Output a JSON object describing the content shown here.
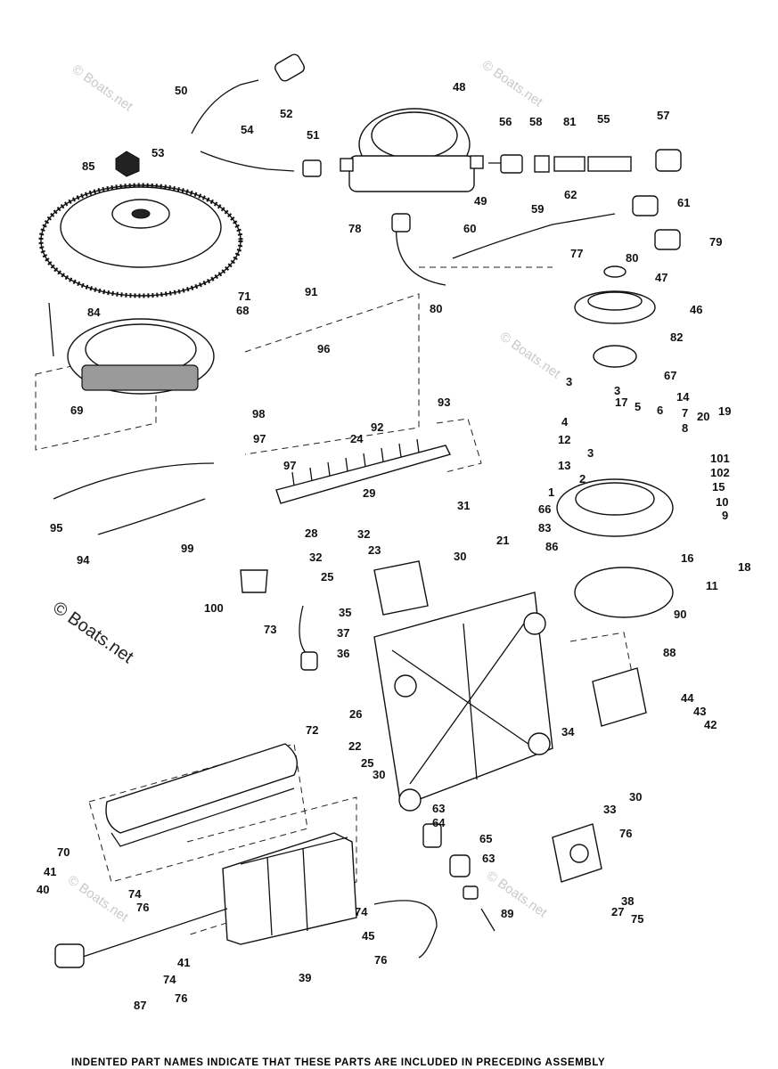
{
  "watermark": {
    "text": "© Boats.net",
    "large_text": "© Boats.net"
  },
  "footer": {
    "note": "INDENTED PART NAMES INDICATE THAT THESE PARTS ARE INCLUDED IN PRECEDING ASSEMBLY"
  },
  "callouts": [
    "1",
    "2",
    "3",
    "4",
    "5",
    "6",
    "7",
    "8",
    "9",
    "10",
    "11",
    "12",
    "13",
    "14",
    "15",
    "16",
    "17",
    "18",
    "19",
    "20",
    "21",
    "22",
    "23",
    "24",
    "25",
    "26",
    "27",
    "28",
    "29",
    "30",
    "31",
    "32",
    "33",
    "34",
    "35",
    "36",
    "37",
    "38",
    "39",
    "40",
    "41",
    "42",
    "43",
    "44",
    "45",
    "46",
    "47",
    "48",
    "49",
    "50",
    "51",
    "52",
    "53",
    "54",
    "55",
    "56",
    "57",
    "58",
    "59",
    "60",
    "61",
    "62",
    "63",
    "64",
    "65",
    "66",
    "67",
    "68",
    "69",
    "70",
    "71",
    "72",
    "73",
    "74",
    "75",
    "76",
    "77",
    "78",
    "79",
    "80",
    "81",
    "82",
    "83",
    "84",
    "85",
    "86",
    "87",
    "88",
    "89",
    "90",
    "91",
    "92",
    "93",
    "94",
    "95",
    "96",
    "97",
    "98",
    "99",
    "100",
    "101",
    "102"
  ]
}
